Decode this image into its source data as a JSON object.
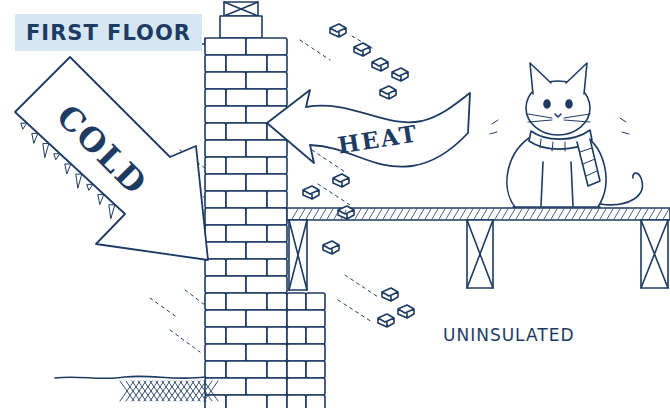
{
  "diagram": {
    "title": "FIRST FLOOR",
    "nodes": [
      {
        "text": [
          "COLD"
        ]
      },
      {
        "text": [
          "HEAT"
        ]
      }
    ],
    "labels": [
      "UNINSULATED"
    ]
  }
}
